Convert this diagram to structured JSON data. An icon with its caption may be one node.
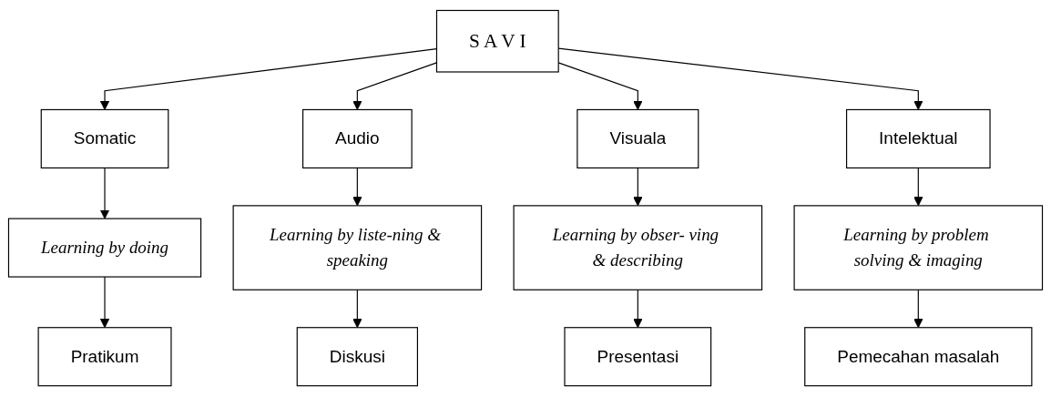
{
  "diagram": {
    "nodes": [
      {
        "text": [
          "S A V I"
        ]
      },
      {
        "text": [
          "Somatic"
        ]
      },
      {
        "text": [
          "Audio"
        ]
      },
      {
        "text": [
          "Visuala"
        ]
      },
      {
        "text": [
          "Intelektual"
        ]
      },
      {
        "text": [
          "Learning by doing"
        ]
      },
      {
        "text": [
          "Learning by liste-ning & speaking"
        ]
      },
      {
        "text": [
          "Learning by obser- ving & describing"
        ]
      },
      {
        "text": [
          "Learning by problem solving & imaging"
        ]
      },
      {
        "text": [
          "Pratikum"
        ]
      },
      {
        "text": [
          "Diskusi"
        ]
      },
      {
        "text": [
          "Presentasi"
        ]
      },
      {
        "text": [
          "Pemecahan masalah"
        ]
      }
    ],
    "edges": [
      {
        "from": 0,
        "to": 1,
        "arrow": "to"
      },
      {
        "from": 0,
        "to": 2,
        "arrow": "to"
      },
      {
        "from": 0,
        "to": 3,
        "arrow": "to"
      },
      {
        "from": 0,
        "to": 4,
        "arrow": "to"
      },
      {
        "from": 1,
        "to": 5,
        "arrow": "to"
      },
      {
        "from": 2,
        "to": 6,
        "arrow": "to"
      },
      {
        "from": 3,
        "to": 7,
        "arrow": "to"
      },
      {
        "from": 4,
        "to": 8,
        "arrow": "to"
      },
      {
        "from": 5,
        "to": 9,
        "arrow": "to"
      },
      {
        "from": 6,
        "to": 10,
        "arrow": "to"
      },
      {
        "from": 7,
        "to": 11,
        "arrow": "to"
      },
      {
        "from": 8,
        "to": 12,
        "arrow": "to"
      }
    ]
  }
}
